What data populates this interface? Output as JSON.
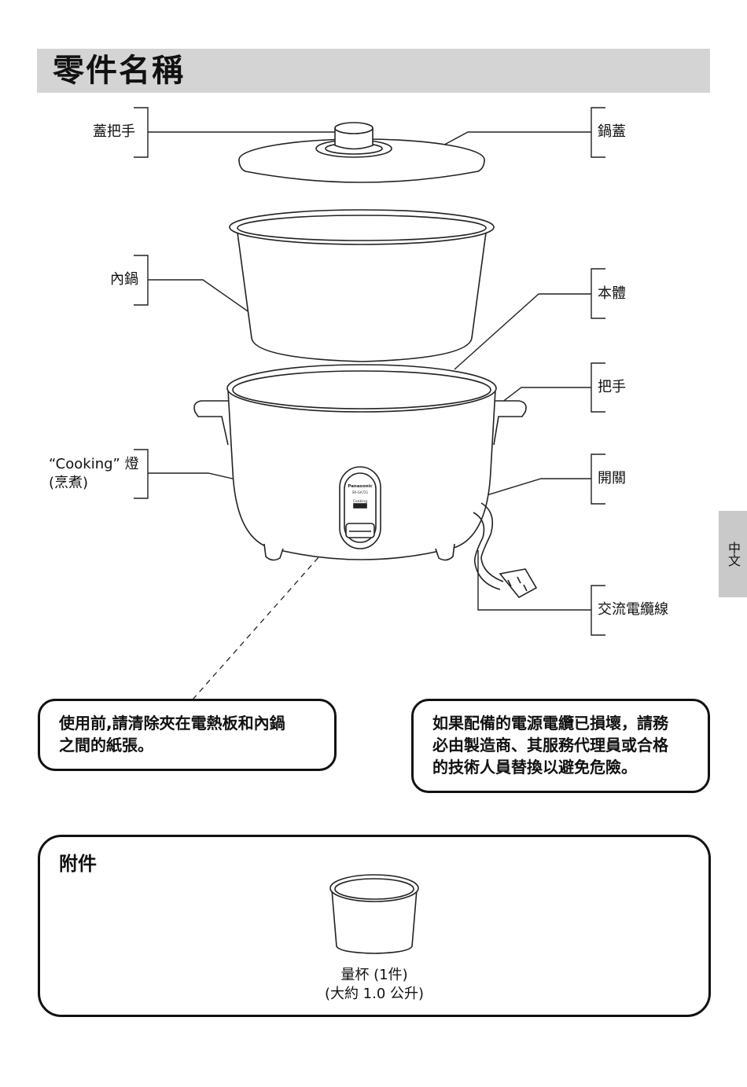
{
  "page": {
    "title": "零件名稱",
    "side_tab": "中文"
  },
  "parts": {
    "lid_knob": "蓋把手",
    "lid": "鍋蓋",
    "inner_pan": "內鍋",
    "body": "本體",
    "handle": "把手",
    "cooking_light_line1": "“Cooking” 燈",
    "cooking_light_line2": "(烹煮)",
    "switch": "開關",
    "power_cord": "交流電纜線"
  },
  "cooker_panel": {
    "brand": "Panasonic",
    "model": "SR-GA721",
    "indicator": "Cooking"
  },
  "notes": {
    "paper_line1": "使用前,請清除夾在電熱板和內鍋",
    "paper_line2": "之間的紙張。",
    "cord_line1": "如果配備的電源電纜已損壞，請務",
    "cord_line2": "必由製造商、其服務代理員或合格",
    "cord_line3": "的技術人員替換以避免危險。"
  },
  "accessories": {
    "title": "附件",
    "cup_line1": "量杯 (1件)",
    "cup_line2": "(大約 1.0 公升)"
  }
}
